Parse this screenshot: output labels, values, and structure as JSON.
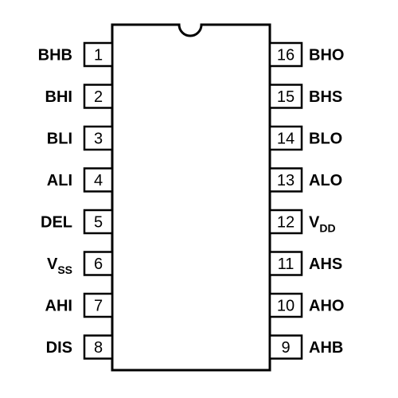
{
  "left_pins": [
    {
      "number": "1",
      "label": "BHB"
    },
    {
      "number": "2",
      "label": "BHI"
    },
    {
      "number": "3",
      "label": "BLI"
    },
    {
      "number": "4",
      "label": "ALI"
    },
    {
      "number": "5",
      "label": "DEL"
    },
    {
      "number": "6",
      "label": "V",
      "sub": "SS"
    },
    {
      "number": "7",
      "label": "AHI"
    },
    {
      "number": "8",
      "label": "DIS"
    }
  ],
  "right_pins": [
    {
      "number": "16",
      "label": "BHO"
    },
    {
      "number": "15",
      "label": "BHS"
    },
    {
      "number": "14",
      "label": "BLO"
    },
    {
      "number": "13",
      "label": "ALO"
    },
    {
      "number": "12",
      "label": "V",
      "sub": "DD"
    },
    {
      "number": "11",
      "label": "AHS"
    },
    {
      "number": "10",
      "label": "AHO"
    },
    {
      "number": "9",
      "label": "AHB"
    }
  ]
}
